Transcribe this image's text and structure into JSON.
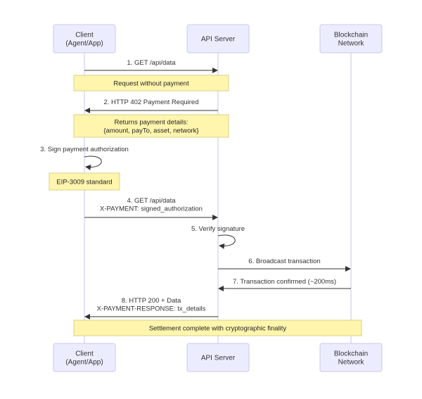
{
  "actors": [
    {
      "id": "client",
      "lines": [
        "Client",
        "(Agent/App)"
      ]
    },
    {
      "id": "api",
      "lines": [
        "API Server"
      ]
    },
    {
      "id": "chain",
      "lines": [
        "Blockchain",
        "Network"
      ]
    }
  ],
  "messages": [
    {
      "from": "client",
      "to": "api",
      "lines": [
        "1. GET /api/data"
      ]
    },
    {
      "from": "api",
      "to": "client",
      "lines": [
        "2. HTTP 402 Payment Required"
      ]
    },
    {
      "from": "client",
      "to": "client",
      "lines": [
        "3. Sign payment authorization"
      ]
    },
    {
      "from": "client",
      "to": "api",
      "lines": [
        "4. GET /api/data",
        "X-PAYMENT: signed_authorization"
      ]
    },
    {
      "from": "api",
      "to": "api",
      "lines": [
        "5. Verify signature"
      ]
    },
    {
      "from": "api",
      "to": "chain",
      "lines": [
        "6. Broadcast transaction"
      ]
    },
    {
      "from": "chain",
      "to": "api",
      "lines": [
        "7. Transaction confirmed (~200ms)"
      ]
    },
    {
      "from": "api",
      "to": "client",
      "lines": [
        "8. HTTP 200 + Data",
        "X-PAYMENT-RESPONSE: tx_details"
      ]
    }
  ],
  "notes": [
    {
      "span": [
        "client",
        "api"
      ],
      "lines": [
        "Request without payment"
      ]
    },
    {
      "span": [
        "client",
        "api"
      ],
      "lines": [
        "Returns payment details:",
        "{amount, payTo, asset, network}"
      ]
    },
    {
      "span": [
        "client"
      ],
      "lines": [
        "EIP-3009 standard"
      ]
    },
    {
      "span": [
        "client",
        "chain"
      ],
      "lines": [
        "Settlement complete with cryptographic finality"
      ]
    }
  ],
  "colors": {
    "actor_fill": "#ececff",
    "actor_stroke": "#c9c9ef",
    "note_fill": "#fff5ad",
    "note_stroke": "#d8d08a",
    "line": "#333333",
    "lifeline": "#c7c7e8"
  }
}
